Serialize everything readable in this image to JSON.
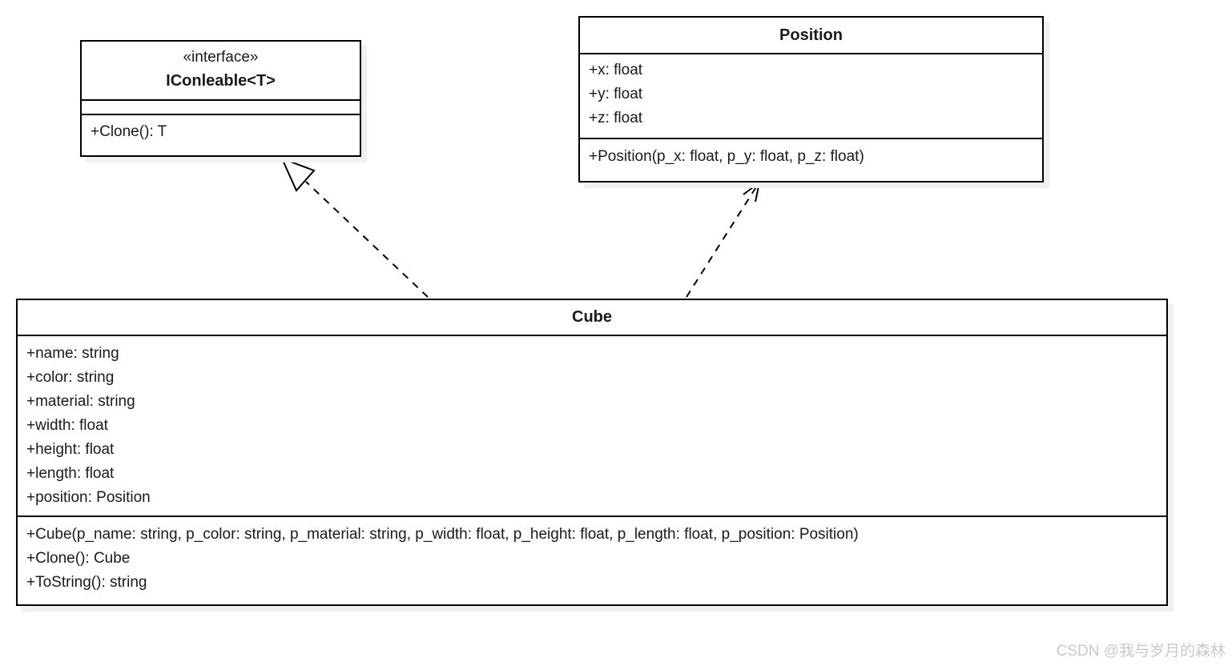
{
  "diagram": {
    "interface_box": {
      "stereotype": "«interface»",
      "name": "IConleable<T>",
      "attributes": [],
      "methods": [
        "+Clone(): T"
      ]
    },
    "position_box": {
      "name": "Position",
      "attributes": [
        "+x: float",
        "+y: float",
        "+z: float"
      ],
      "methods": [
        "+Position(p_x: float, p_y: float, p_z: float)"
      ]
    },
    "cube_box": {
      "name": "Cube",
      "attributes": [
        "+name: string",
        "+color: string",
        "+material: string",
        "+width: float",
        "+height: float",
        "+length: float",
        "+position: Position"
      ],
      "methods": [
        "+Cube(p_name: string, p_color: string, p_material: string, p_width: float, p_height: float, p_length: float, p_position: Position)",
        "+Clone(): Cube",
        "+ToString(): string"
      ]
    },
    "relationships": [
      {
        "type": "realization",
        "from": "Cube",
        "to": "IConleable<T>",
        "line_style": "dashed",
        "arrowhead": "hollow-triangle"
      },
      {
        "type": "dependency",
        "from": "Cube",
        "to": "Position",
        "line_style": "dashed",
        "arrowhead": "open"
      }
    ]
  },
  "watermark": {
    "text": "CSDN @我与岁月的森林"
  },
  "colors": {
    "background": "#ffffff",
    "border": "#000000",
    "text": "#1a1a1a",
    "shadow": "#f0f0f0",
    "watermark": "#c9c9c9"
  }
}
